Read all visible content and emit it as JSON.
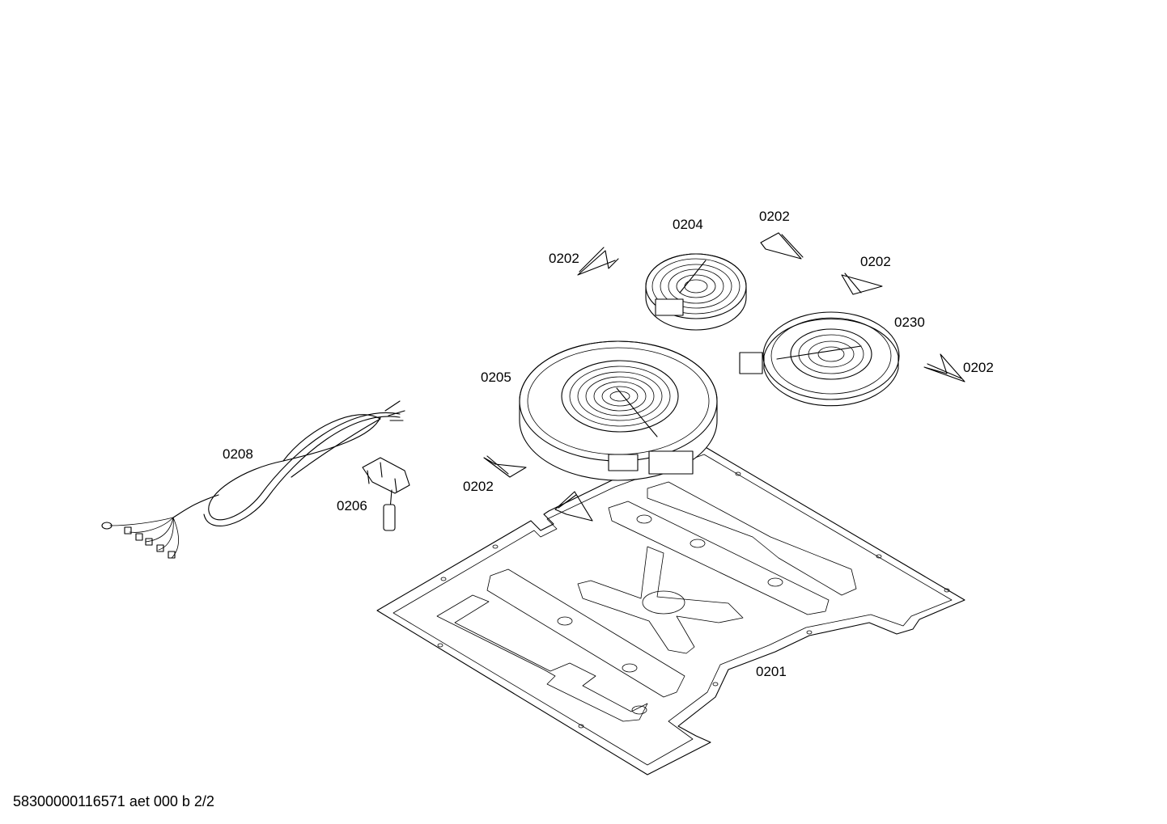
{
  "labels": {
    "p0201": "0201",
    "p0202_a": "0202",
    "p0202_b": "0202",
    "p0202_c": "0202",
    "p0202_d": "0202",
    "p0202_e": "0202",
    "p0204": "0204",
    "p0205": "0205",
    "p0206": "0206",
    "p0208": "0208",
    "p0230": "0230"
  },
  "footer": "58300000116571 aet 000 b 2/2"
}
